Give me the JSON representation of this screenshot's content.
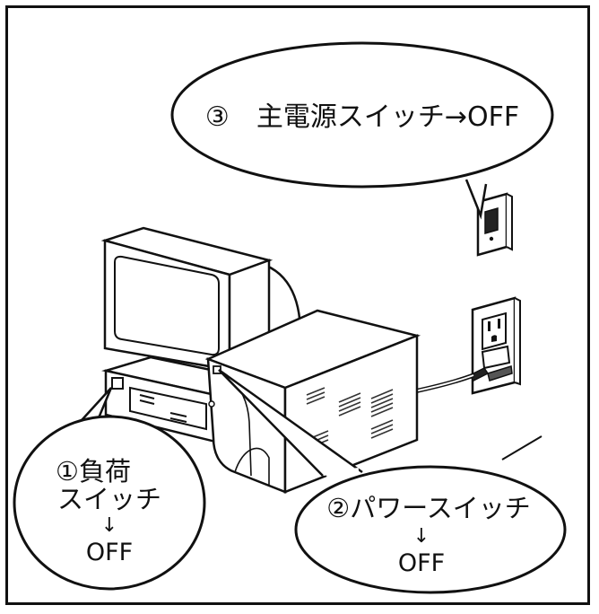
{
  "callouts": {
    "step3": {
      "label": "③　主電源スイッチ→OFF"
    },
    "step1": {
      "line1": "①負荷",
      "line2": "スイッチ",
      "arrow": "↓",
      "line3": "OFF"
    },
    "step2": {
      "line1": "②パワースイッチ",
      "arrow": "↓",
      "line2": "OFF"
    }
  },
  "colors": {
    "ink": "#111111",
    "paper": "#ffffff",
    "shade": "#333333"
  }
}
